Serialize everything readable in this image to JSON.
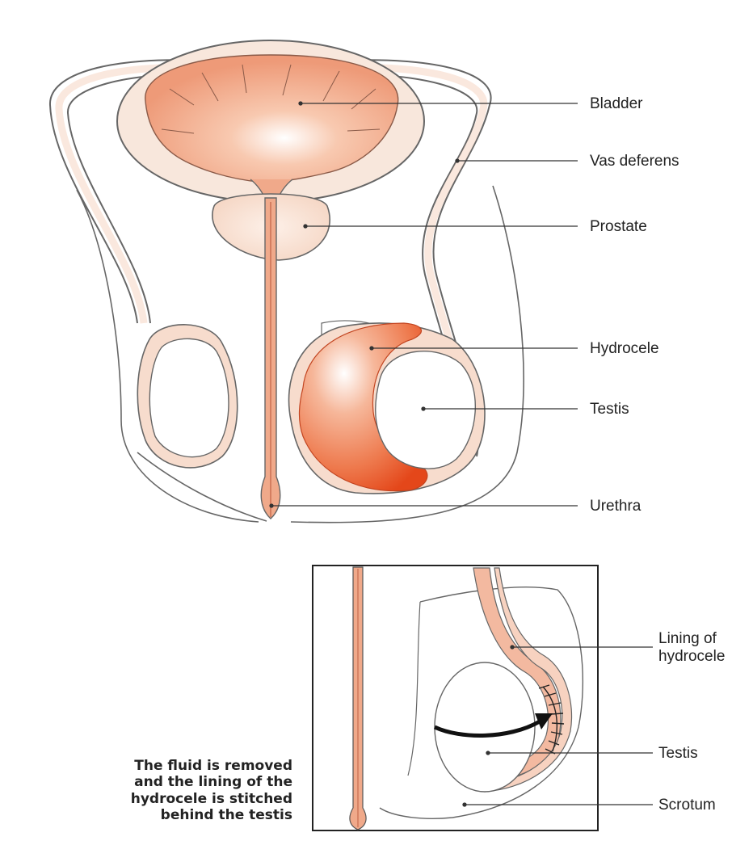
{
  "main_labels": {
    "bladder": "Bladder",
    "vas_deferens": "Vas deferens",
    "prostate": "Prostate",
    "hydrocele": "Hydrocele",
    "testis": "Testis",
    "urethra": "Urethra"
  },
  "inset_labels": {
    "lining_line1": "Lining of",
    "lining_line2": "hydrocele",
    "testis": "Testis",
    "scrotum": "Scrotum"
  },
  "caption_lines": [
    "The fluid is removed",
    "and the lining of the",
    "hydrocele is stitched",
    "behind the testis"
  ],
  "colors": {
    "flesh_light": "#f7dccd",
    "flesh_mid": "#f0a98a",
    "hydrocele_dark": "#e8542a",
    "outline": "#555555",
    "leader": "#333333"
  }
}
